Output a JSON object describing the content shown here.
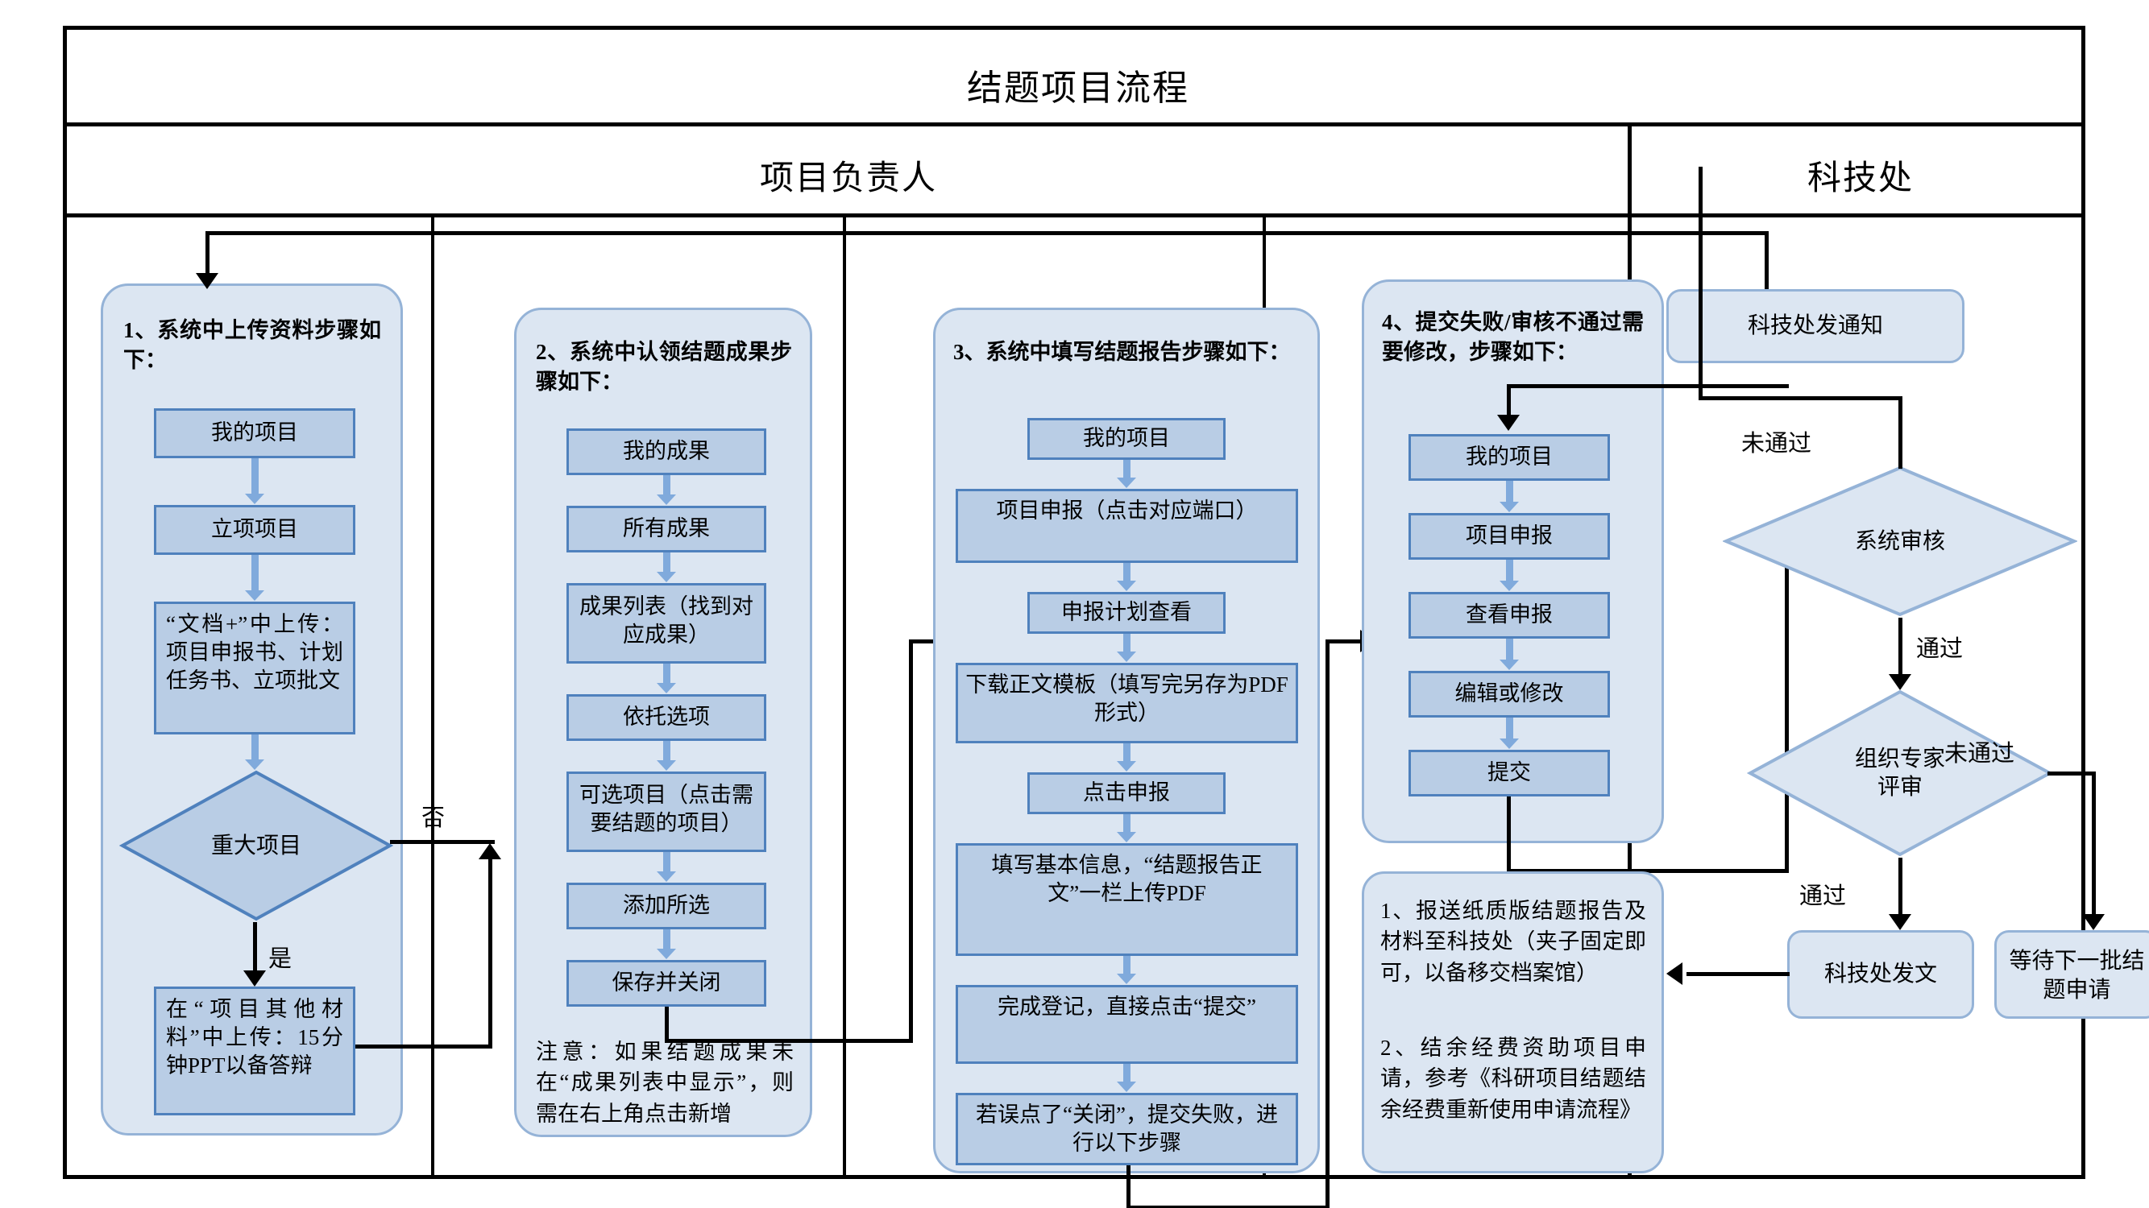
{
  "title": "结题项目流程",
  "lanes": [
    {
      "id": "owner",
      "label": "项目负责人"
    },
    {
      "id": "dept",
      "label": "科技处"
    }
  ],
  "colors": {
    "panel_fill": "#dce6f2",
    "panel_border": "#95b3d7",
    "box_fill": "#b9cde5",
    "box_border": "#4f81bd",
    "arrow_blue": "#80aadc",
    "connector_black": "#000000"
  },
  "columns": [
    {
      "id": "col1",
      "heading": "1、系统中上传资料步骤如下：",
      "steps": [
        {
          "label": "我的项目",
          "bold": false
        },
        {
          "label": "立项项目",
          "bold": false
        },
        {
          "label": "“文档+”中上传：项目申报书、计划任务书、立项批文",
          "bold": false
        },
        {
          "label": "在“项目其他材料”中上传：15分钟PPT以备答辩",
          "bold": false
        }
      ],
      "decision": {
        "label": "重大项目",
        "yes": "是",
        "no": "否"
      }
    },
    {
      "id": "col2",
      "heading": "2、系统中认领结题成果步骤如下：",
      "steps": [
        {
          "label": "我的成果"
        },
        {
          "label": "所有成果"
        },
        {
          "label": "成果列表（找到对应成果）"
        },
        {
          "label": "依托选项"
        },
        {
          "label": "可选项目（点击需要结题的项目）"
        },
        {
          "label": "添加所选"
        },
        {
          "label": "保存并关闭"
        }
      ],
      "note": "注意：如果结题成果未在“成果列表中显示”，则需在右上角点击新增"
    },
    {
      "id": "col3",
      "heading": "3、系统中填写结题报告步骤如下：",
      "steps": [
        {
          "label": "我的项目"
        },
        {
          "label": "项目申报（点击对应端口）"
        },
        {
          "label": "申报计划查看"
        },
        {
          "label": "下载正文模板（填写完另存为PDF形式）"
        },
        {
          "label": "点击申报"
        },
        {
          "label": "填写基本信息，“结题报告正文”一栏上传PDF"
        },
        {
          "label": "完成登记，直接点击“提交”"
        },
        {
          "label": "若误点了“关闭”，提交失败，进行以下步骤"
        }
      ]
    },
    {
      "id": "col4",
      "heading": "4、提交失败/审核不通过需要修改，步骤如下：",
      "steps": [
        {
          "label": "我的项目"
        },
        {
          "label": "项目申报"
        },
        {
          "label": "查看申报"
        },
        {
          "label": "编辑或修改"
        },
        {
          "label": "提交"
        }
      ],
      "notes": [
        "1、报送纸质版结题报告及材料至科技处（夹子固定即可，以备移交档案馆）",
        "2、结余经费资助项目申请，参考《科研项目结题结余经费重新使用申请流程》"
      ]
    }
  ],
  "dept_lane": {
    "notice_box": "科技处发通知",
    "decisions": [
      {
        "id": "system-review",
        "label": "系统审核",
        "pass": "通过",
        "fail": "未通过"
      },
      {
        "id": "expert-review",
        "label": "组织专家\n评审",
        "pass": "通过",
        "fail": "未通过"
      }
    ],
    "expert_label_line1": "组织专家",
    "expert_label_line2": "评审",
    "outcome_pass": "科技处发文",
    "outcome_fail": "等待下一批结题申请",
    "labels": {
      "fail_top": "未通过",
      "pass_top": "通过",
      "fail_bottom": "未通过",
      "pass_bottom": "通过"
    }
  },
  "edge_labels": {
    "major_no": "否",
    "major_yes": "是"
  }
}
